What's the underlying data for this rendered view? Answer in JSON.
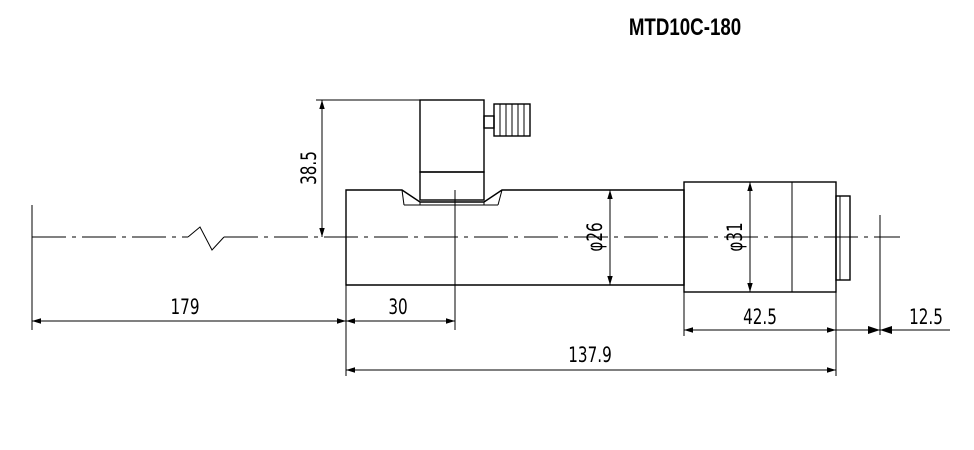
{
  "title": "MTD10C-180",
  "dimensions": {
    "height": "38.5",
    "dia_small": "φ26",
    "dia_large": "φ31",
    "left_length": "179",
    "offset": "30",
    "barrel_length": "42.5",
    "knob_length": "12.5",
    "total_length": "137.9"
  }
}
